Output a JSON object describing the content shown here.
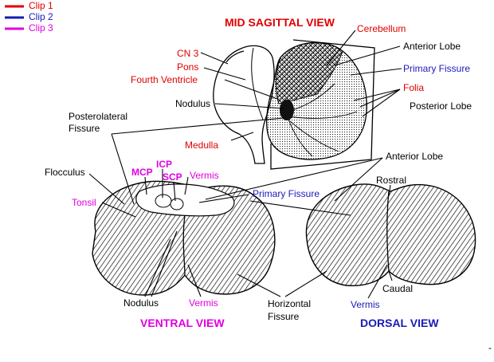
{
  "colors": {
    "red": "#e00000",
    "blue": "#1a1ab8",
    "magenta": "#e000e0",
    "black": "#000000"
  },
  "legend": [
    {
      "label": "Clip 1",
      "color": "#e00000"
    },
    {
      "label": "Clip 2",
      "color": "#1a1ab8"
    },
    {
      "label": "Clip 3",
      "color": "#e000e0"
    }
  ],
  "titles": {
    "mid_sagittal": "MID SAGITTAL VIEW",
    "ventral": "VENTRAL VIEW",
    "dorsal": "DORSAL VIEW"
  },
  "labels": {
    "cerebellum": "Cerebellum",
    "anterior_lobe_top": "Anterior Lobe",
    "primary_fissure_top": "Primary Fissure",
    "folia": "Folia",
    "posterior_lobe": "Posterior Lobe",
    "cn3": "CN 3",
    "pons": "Pons",
    "fourth_ventricle": "Fourth Ventricle",
    "nodulus_top": "Nodulus",
    "posterolateral": "Posterolateral",
    "fissure": "Fissure",
    "medulla": "Medulla",
    "flocculus": "Flocculus",
    "icp": "ICP",
    "mcp": "MCP",
    "scp": "SCP",
    "vermis_ventral_top": "Vermis",
    "tonsil": "Tonsil",
    "primary_fissure_mid": "Primary Fissure",
    "anterior_lobe_dorsal": "Anterior Lobe",
    "rostral": "Rostral",
    "nodulus_bottom": "Nodulus",
    "vermis_ventral_bottom": "Vermis",
    "horizontal": "Horizontal",
    "horizontal_fissure": "Fissure",
    "caudal": "Caudal",
    "vermis_dorsal": "Vermis",
    "dash": "-"
  }
}
